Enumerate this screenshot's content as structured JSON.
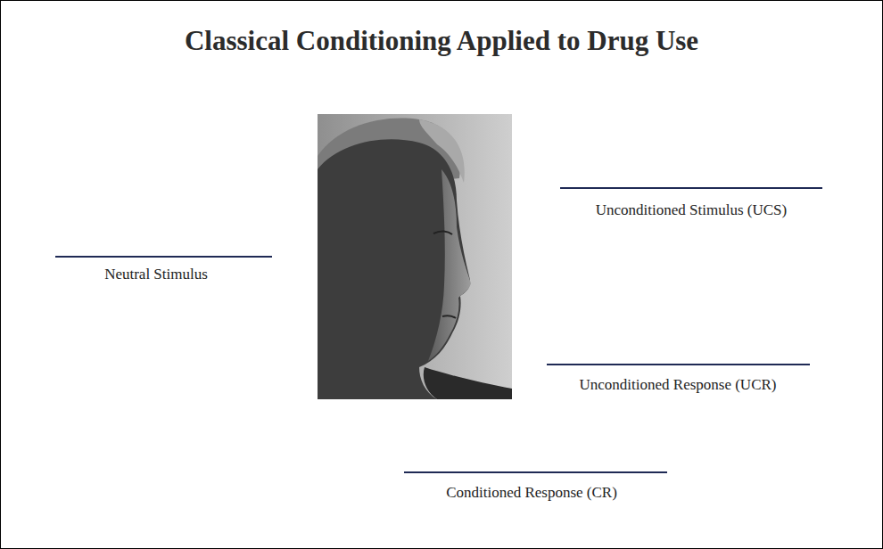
{
  "diagram": {
    "title": "Classical Conditioning Applied to Drug Use",
    "labels": [
      "Unconditioned Stimulus (UCS)",
      "Neutral Stimulus",
      "Unconditioned Response (UCR)",
      "Conditioned Response (CR)"
    ]
  }
}
